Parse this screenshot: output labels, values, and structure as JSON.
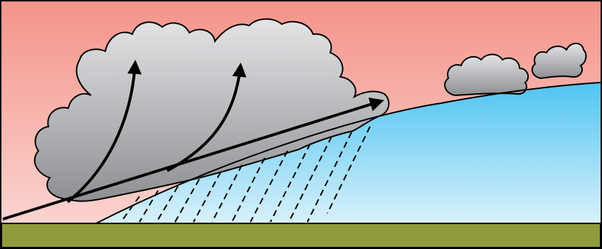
{
  "diagram": {
    "colors": {
      "warm_air_top": "#f4948a",
      "warm_air_bottom": "#fbd3cf",
      "cold_air_top": "#4fc4f1",
      "cold_air_bottom": "#d9f1fb",
      "ground": "#8f9a3c",
      "cloud_top": "#e3e4e6",
      "cloud_bottom": "#8e8f92",
      "outline": "#000000"
    },
    "elements": [
      "warm-air-region",
      "cold-air-wedge",
      "frontal-boundary",
      "ground-strip",
      "nimbostratus-cloud",
      "small-cumulus-clouds",
      "precipitation-streaks",
      "rising-air-arrows",
      "overrunning-air-arrow"
    ]
  }
}
